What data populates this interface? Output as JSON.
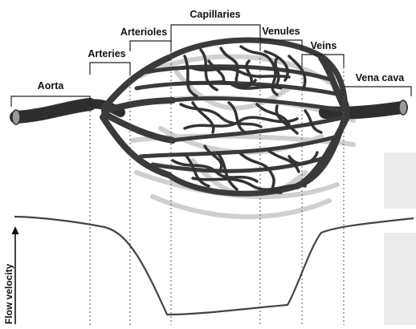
{
  "labels": {
    "aorta": "Aorta",
    "arteries": "Arteries",
    "arterioles": "Arterioles",
    "capillaries": "Capillaries",
    "venules": "Venules",
    "veins": "Veins",
    "vena_cava": "Vena cava"
  },
  "axis": {
    "y_label": "Flow velocity"
  },
  "colors": {
    "vessel": "#3a3a3a",
    "vessel_light": "#8a8a8a",
    "shadow": "#c9c9c9",
    "line": "#4a4a4a",
    "bracket": "#222222",
    "dotted": "#555555"
  }
}
